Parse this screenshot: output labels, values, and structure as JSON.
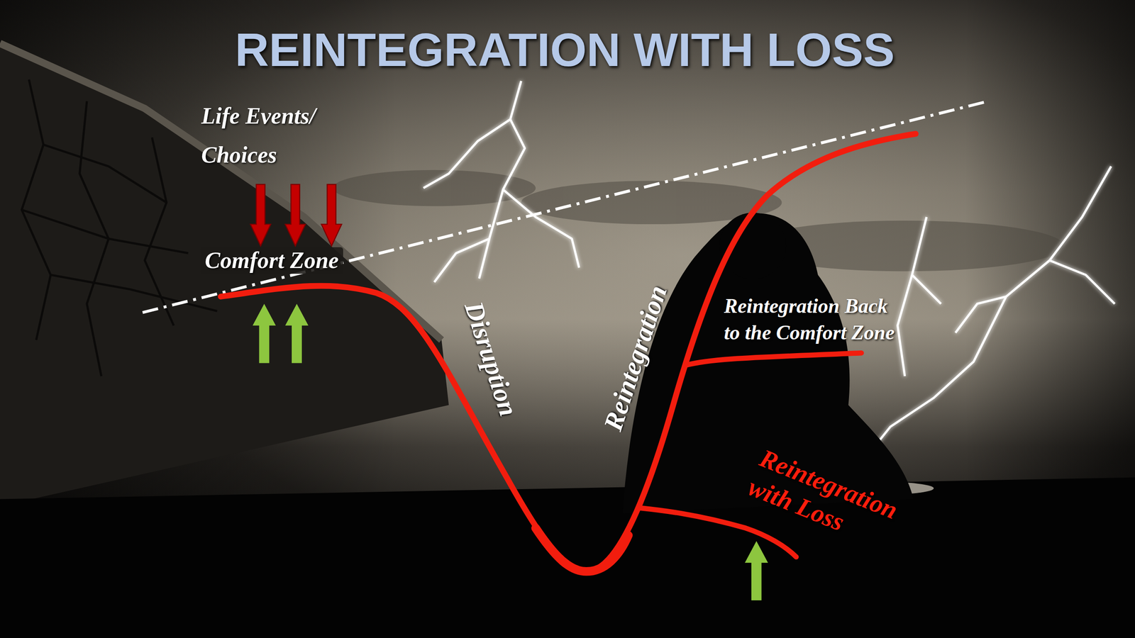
{
  "diagram": {
    "title": "REINTEGRATION WITH LOSS",
    "labels": [
      "Life Events/ Choices",
      "Comfort Zone",
      "Disruption",
      "Reintegration",
      "Reintegration Back to the Comfort Zone",
      "Reintegration with Loss"
    ]
  }
}
